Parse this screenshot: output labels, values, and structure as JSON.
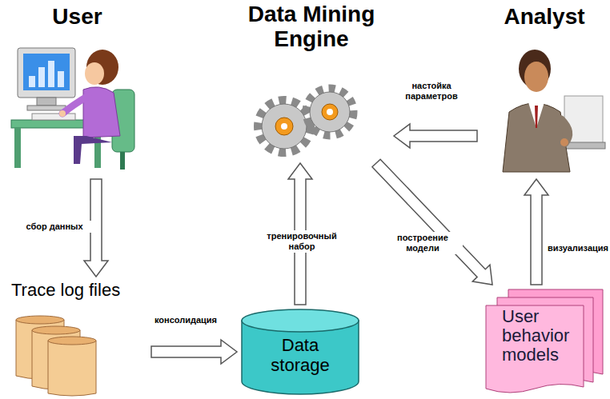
{
  "diagram": {
    "nodes": [
      {
        "text": [
          "User"
        ]
      },
      {
        "text": [
          "Data Mining Engine"
        ]
      },
      {
        "text": [
          "Analyst"
        ]
      },
      {
        "text": [
          "Trace log files"
        ]
      },
      {
        "text": [
          "Data storage"
        ]
      },
      {
        "text": [
          "User behavior models"
        ]
      }
    ],
    "edges": [
      {
        "from": 0,
        "to": 3,
        "label": "сбор данных",
        "arrow": "to"
      },
      {
        "from": 3,
        "to": 4,
        "label": "консолидация",
        "arrow": "to"
      },
      {
        "from": 4,
        "to": 1,
        "label": "тренировочный набор",
        "arrow": "to"
      },
      {
        "from": 1,
        "to": 5,
        "label": "построение модели",
        "arrow": "to"
      },
      {
        "from": 5,
        "to": 2,
        "label": "визуализация",
        "arrow": "to"
      },
      {
        "from": 2,
        "to": 1,
        "label": "настойка параметров",
        "arrow": "to"
      }
    ]
  }
}
